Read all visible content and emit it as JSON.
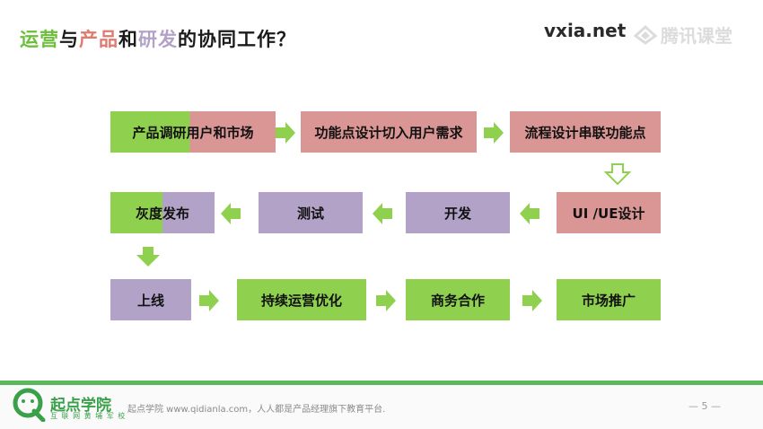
{
  "title": {
    "part1": "运营",
    "part2": "与",
    "part3": "产品",
    "part4": "和",
    "part5": "研发",
    "part6": "的协同工作？"
  },
  "watermarks": {
    "vxia": "vxia.net",
    "tencent": "腾讯课堂"
  },
  "colors": {
    "green": "#8fd14f",
    "pink": "#d99694",
    "purple": "#b3a2c7",
    "title_green": "#6cbf3a",
    "title_pink": "#e07a6f",
    "title_purple": "#b3a2c7",
    "title_dark": "#1a1a1a",
    "arrow": "#8fd14f"
  },
  "steps": [
    "产品调研用户和市场",
    "功能点设计切入用户需求",
    "流程设计串联功能点",
    "UI /UE设计",
    "开发",
    "测试",
    "灰度发布",
    "上线",
    "持续运营优化",
    "商务合作",
    "市场推广"
  ],
  "footer": {
    "logo_text": "起点学院",
    "logo_sub": "互 联 网 黄 埔 军 校",
    "text": "起点学院 www.qidianla.com，人人都是产品经理旗下教育平台.",
    "page": "— 5 —"
  }
}
